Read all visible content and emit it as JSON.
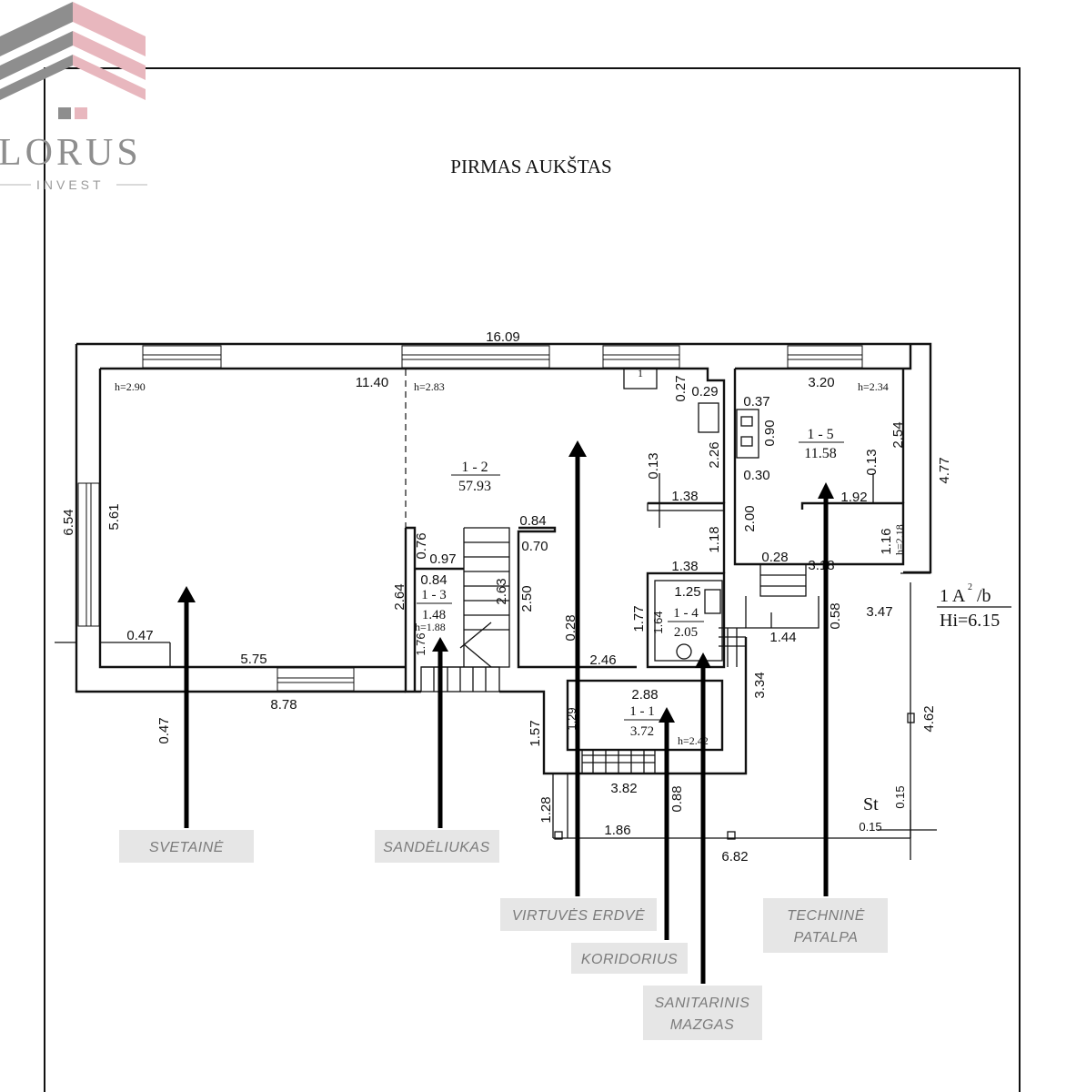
{
  "logo": {
    "name": "LORUS",
    "sub": "INVEST",
    "color_gray": "#8e8e8e",
    "color_pink": "#e8b7be"
  },
  "title": "PIRMAS AUKŠTAS",
  "rooms": {
    "r12": {
      "id": "1 - 2",
      "area": "57.93"
    },
    "r13": {
      "id": "1 - 3",
      "area": "1.48"
    },
    "r14": {
      "id": "1 - 4",
      "area": "2.05"
    },
    "r15": {
      "id": "1 - 5",
      "area": "11.58"
    },
    "r11": {
      "id": "1 - 1",
      "area": "3.72"
    }
  },
  "heights": {
    "h1": "h=2.90",
    "h2": "h=2.83",
    "h3": "h=2.34",
    "h4": "h=2.18",
    "h5": "h=1.88",
    "h6": "h=2.42"
  },
  "dims": {
    "d1": "16.09",
    "d2": "11.40",
    "d3": "3.20",
    "d4": "6.54",
    "d5": "5.61",
    "d6": "0.47",
    "d7": "5.75",
    "d8": "8.78",
    "d9": "0.47",
    "d10": "0.27",
    "d11": "0.29",
    "d12": "2.26",
    "d13": "0.13",
    "d14": "1.38",
    "d15": "0.37",
    "d16": "0.90",
    "d17": "0.30",
    "d18": "2.54",
    "d19": "0.13",
    "d20": "1.92",
    "d21": "4.77",
    "d22": "2.00",
    "d23": "1.18",
    "d24": "1.38",
    "d25": "0.28",
    "d26": "3.18",
    "d27": "1.16",
    "d28": "0.84",
    "d29": "0.70",
    "d30": "0.76",
    "d31": "0.97",
    "d32": "0.84",
    "d33": "2.64",
    "d34": "2.63",
    "d35": "2.50",
    "d36": "1.76",
    "d37": "0.28",
    "d38": "2.46",
    "d39": "1.77",
    "d40": "1.64",
    "d41": "1.25",
    "d42": "1.44",
    "d43": "0.58",
    "d44": "3.47",
    "d45": "3.34",
    "d46": "2.88",
    "d47": "1.29",
    "d48": "1.57",
    "d49": "3.82",
    "d50": "0.88",
    "d51": "1.28",
    "d52": "1.86",
    "d53": "6.82",
    "d54": "4.62",
    "d55": "0.15",
    "d56": "0.15"
  },
  "stamp": {
    "line1": "1 A",
    "sup": "2",
    "line1b": "/b",
    "line2": "Hi=6.15",
    "st": "St"
  },
  "labels": {
    "svetaine": "SVETAINĖ",
    "sandeliukas": "SANDĖLIUKAS",
    "virtuves": "VIRTUVĖS ERDVĖ",
    "koridorius": "KORIDORIUS",
    "sanitarinis1": "SANITARINIS",
    "sanitarinis2": "MAZGAS",
    "technine1": "TECHNINĖ",
    "technine2": "PATALPA"
  },
  "wc_symbol": "1"
}
